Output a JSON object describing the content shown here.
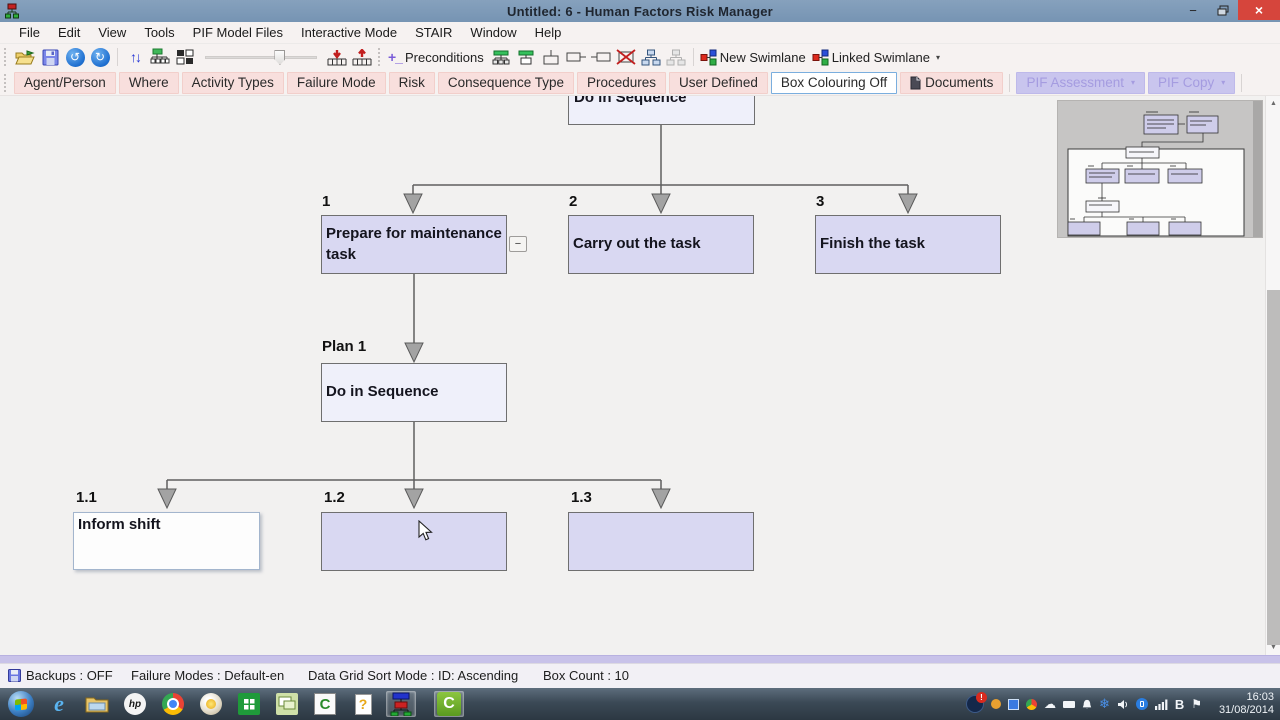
{
  "window": {
    "title": "Untitled: 6 - Human Factors Risk Manager",
    "controls": {
      "minimize": "−",
      "close": "×"
    }
  },
  "menu": {
    "items": [
      "File",
      "Edit",
      "View",
      "Tools",
      "PIF Model Files",
      "Interactive Mode",
      "STAIR",
      "Window",
      "Help"
    ]
  },
  "toolbar": {
    "undo_glyph": "↺",
    "redo_glyph": "↻",
    "sort_glyph": "↑↓",
    "preconditions_glyph": "+_",
    "preconditions": "Preconditions",
    "new_swimlane": "New Swimlane",
    "linked_swimlane": "Linked Swimlane",
    "dropdown_glyph": "▾"
  },
  "ribbon": {
    "buttons": [
      "Agent/Person",
      "Where",
      "Activity Types",
      "Failure Mode",
      "Risk",
      "Consequence Type",
      "Procedures",
      "User Defined"
    ],
    "box_colouring": "Box Colouring Off",
    "documents": "Documents",
    "disabled_buttons": [
      "PIF Assessment",
      "PIF Copy"
    ]
  },
  "diagram": {
    "top_box": {
      "label": "Do in Sequence"
    },
    "boxes": [
      {
        "num": "1",
        "label": "Prepare for maintenance task"
      },
      {
        "num": "2",
        "label": "Carry out the task"
      },
      {
        "num": "3",
        "label": "Finish the task"
      }
    ],
    "plan": {
      "num": "Plan 1",
      "label": "Do in Sequence"
    },
    "sub_boxes": [
      {
        "num": "1.1",
        "label": "Inform shift"
      },
      {
        "num": "1.2",
        "label": ""
      },
      {
        "num": "1.3",
        "label": ""
      }
    ],
    "collapse_glyph": "−",
    "colors": {
      "box_fill": "#d9d8f2",
      "box_border": "#6f6f6f",
      "plan_fill": "#eff0fa",
      "edit_box_fill": "#fdfdfd",
      "canvas_bg": "#f2f1f0",
      "connector": "#5f5f5f"
    }
  },
  "scrollbar": {
    "up_glyph": "▲",
    "down_glyph": "▼"
  },
  "statusbar": {
    "backups": "Backups : OFF",
    "failure_modes": "Failure Modes : Default-en",
    "sort_mode": "Data Grid Sort Mode : ID: Ascending",
    "box_count": "Box Count : 10"
  },
  "taskbar": {
    "time": "16:03",
    "date": "31/08/2014",
    "ie_glyph": "e",
    "hp_glyph": "hp",
    "camtasia_glyph": "C",
    "help_glyph": "?",
    "cloud_glyph": "☁",
    "snowflake_glyph": "❄",
    "bold_glyph": "B",
    "flag_glyph": "⚑",
    "alert_glyph": "!"
  }
}
